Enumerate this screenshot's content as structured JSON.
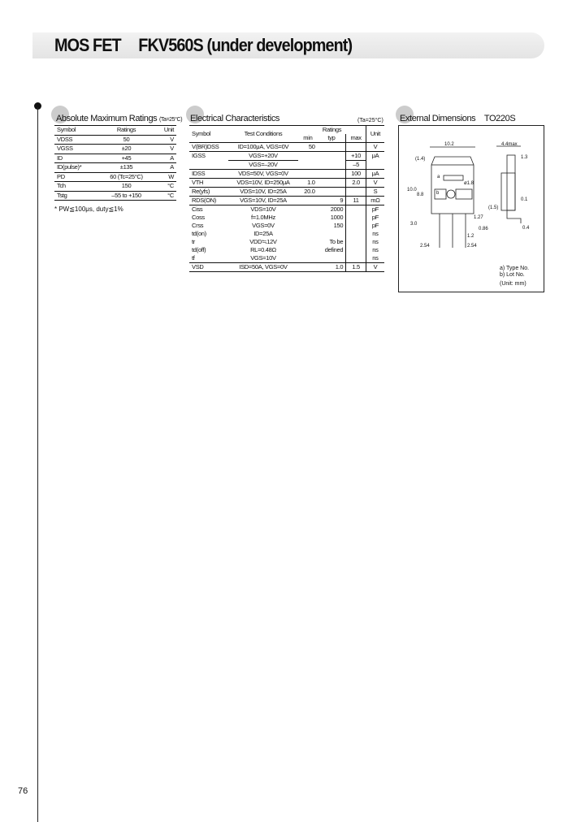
{
  "header": {
    "category": "MOS FET",
    "part_number": "FKV560S (under development)"
  },
  "page_number": "76",
  "absolute_max": {
    "title": "Absolute Maximum Ratings",
    "condition": "(Ta=25°C)",
    "columns": [
      "Symbol",
      "Ratings",
      "Unit"
    ],
    "rows": [
      [
        "VDSS",
        "50",
        "V"
      ],
      [
        "VGSS",
        "±20",
        "V"
      ],
      [
        "ID",
        "+45",
        "A"
      ],
      [
        "ID(pulse)*",
        "±135",
        "A"
      ],
      [
        "PD",
        "60 (Tc=25°C)",
        "W"
      ],
      [
        "Tch",
        "150",
        "°C"
      ],
      [
        "Tstg",
        "–55 to +150",
        "°C"
      ]
    ],
    "footnote": "* PW≦100μs, duty≦1%"
  },
  "electrical": {
    "title": "Electrical Characteristics",
    "condition": "(Ta=25°C)",
    "columns": {
      "symbol": "Symbol",
      "test": "Test Conditions",
      "ratings": "Ratings",
      "min": "min",
      "typ": "typ",
      "max": "max",
      "unit": "Unit"
    },
    "rows": [
      {
        "symbol": "V(BR)DSS",
        "test": "ID=100μA, VGS=0V",
        "min": "50",
        "typ": "",
        "max": "",
        "unit": "V"
      },
      {
        "symbol": "IGSS",
        "test": "VGS=+20V",
        "min": "",
        "typ": "",
        "max": "+10",
        "unit": "μA"
      },
      {
        "symbol": "",
        "test": "VGS=–20V",
        "min": "",
        "typ": "",
        "max": "–5",
        "unit": ""
      },
      {
        "symbol": "IDSS",
        "test": "VDS=50V, VGS=0V",
        "min": "",
        "typ": "",
        "max": "100",
        "unit": "μA"
      },
      {
        "symbol": "VTH",
        "test": "VDS=10V, ID=250μA",
        "min": "1.0",
        "typ": "",
        "max": "2.0",
        "unit": "V"
      },
      {
        "symbol": "Re(yfs)",
        "test": "VDS=10V, ID=25A",
        "min": "20.0",
        "typ": "",
        "max": "",
        "unit": "S"
      },
      {
        "symbol": "RDS(ON)",
        "test": "VGS=10V, ID=25A",
        "min": "",
        "typ": "9",
        "max": "11",
        "unit": "mΩ"
      },
      {
        "symbol": "Ciss",
        "test": "VDS=10V",
        "min": "",
        "typ": "2000",
        "max": "",
        "unit": "pF"
      },
      {
        "symbol": "Coss",
        "test": "f=1.0MHz",
        "min": "",
        "typ": "1000",
        "max": "",
        "unit": "pF"
      },
      {
        "symbol": "Crss",
        "test": "VGS=0V",
        "min": "",
        "typ": "150",
        "max": "",
        "unit": "pF"
      },
      {
        "symbol": "td(on)",
        "test": "ID=25A",
        "min": "",
        "typ": "",
        "max": "",
        "unit": "ns"
      },
      {
        "symbol": "tr",
        "test": "VDD≒12V",
        "min": "",
        "typ": "To be",
        "max": "",
        "unit": "ns"
      },
      {
        "symbol": "td(off)",
        "test": "RL=0.48Ω",
        "min": "",
        "typ": "defined",
        "max": "",
        "unit": "ns"
      },
      {
        "symbol": "tf",
        "test": "VGS=10V",
        "min": "",
        "typ": "",
        "max": "",
        "unit": "ns"
      },
      {
        "symbol": "VSD",
        "test": "ISD=50A, VGS=0V",
        "min": "",
        "typ": "1.0",
        "max": "1.5",
        "unit": "V"
      }
    ]
  },
  "dimensions": {
    "title": "External Dimensions",
    "package": "TO220S",
    "labels": {
      "width": "10.2",
      "thickness": "4.4max",
      "tab": "1.3",
      "height1": "10.0",
      "height2": "8.8",
      "hole": "ø1.8",
      "lead_len": "3.0",
      "side_h": "(1.5)",
      "lead_t": "0.1",
      "lead_w": "1.27",
      "lead_w2": "0.86",
      "pitch_w": "1.2",
      "pitch1": "2.54",
      "pitch2": "2.54",
      "foot": "0.4",
      "top": "(1.4)",
      "mark_a": "a",
      "mark_b": "b"
    },
    "legend": [
      "a) Type No.",
      "b) Lot No.",
      "(Unit: mm)"
    ]
  }
}
